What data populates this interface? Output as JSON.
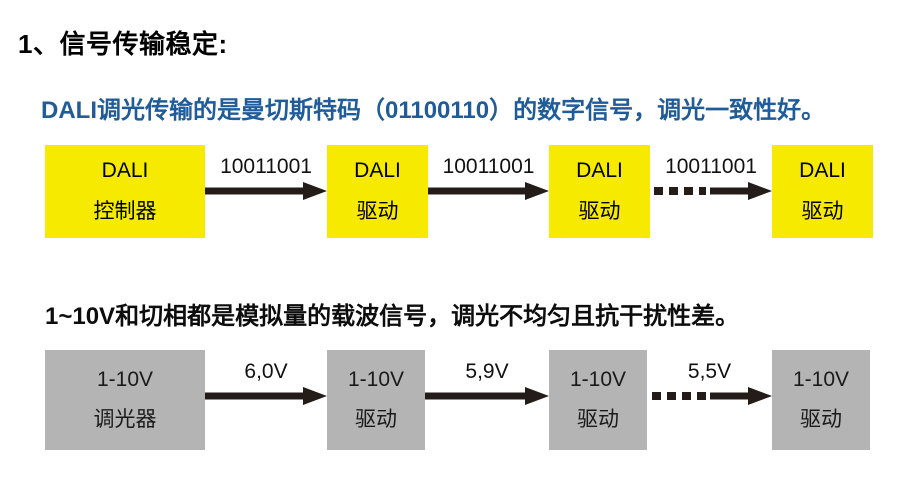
{
  "slide": {
    "background": "#ffffff",
    "heading": "1、信号传输稳定:",
    "accent_blue": "#1f5c99",
    "node_yellow": "#f5ea00",
    "node_gray": "#b4b4b4",
    "arrow_color": "#231c18"
  },
  "section_dali": {
    "caption": "DALI调光传输的是曼切斯特码（01100110）的数字信号，调光一致性好。",
    "nodes": [
      {
        "line1": "DALI",
        "line2": "控制器"
      },
      {
        "line1": "DALI",
        "line2": "驱动"
      },
      {
        "line1": "DALI",
        "line2": "驱动"
      },
      {
        "line1": "DALI",
        "line2": "驱动"
      }
    ],
    "arrows": [
      {
        "label": "10011001",
        "style": "solid"
      },
      {
        "label": "10011001",
        "style": "solid"
      },
      {
        "label": "10011001",
        "style": "dashed-solid"
      }
    ]
  },
  "section_analog": {
    "caption": "1~10V和切相都是模拟量的载波信号，调光不均匀且抗干扰性差。",
    "nodes": [
      {
        "line1": "1-10V",
        "line2": "调光器"
      },
      {
        "line1": "1-10V",
        "line2": "驱动"
      },
      {
        "line1": "1-10V",
        "line2": "驱动"
      },
      {
        "line1": "1-10V",
        "line2": "驱动"
      }
    ],
    "arrows": [
      {
        "label": "6,0V",
        "style": "solid"
      },
      {
        "label": "5,9V",
        "style": "solid"
      },
      {
        "label": "5,5V",
        "style": "dashed-solid"
      }
    ]
  }
}
